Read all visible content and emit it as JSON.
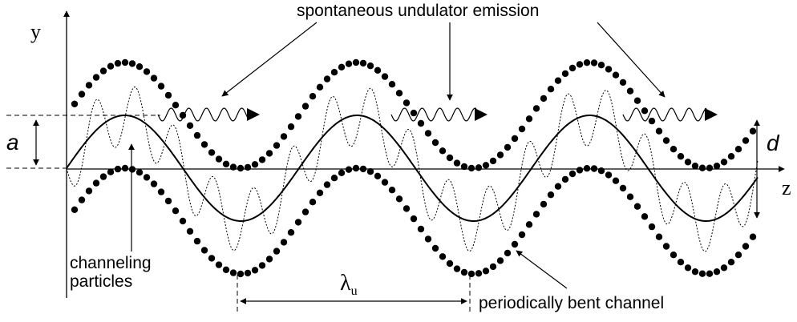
{
  "labels": {
    "emission": "spontaneous undulator emission",
    "channeling_1": "channeling",
    "channeling_2": "particles",
    "bent_channel": "periodically bent channel",
    "amplitude": "a",
    "width": "d",
    "period_symbol": "λ",
    "period_sub": "u"
  },
  "axes": {
    "y_label": "y",
    "z_label": "z"
  },
  "colors": {
    "ink": "#000000",
    "background": "#ffffff"
  }
}
